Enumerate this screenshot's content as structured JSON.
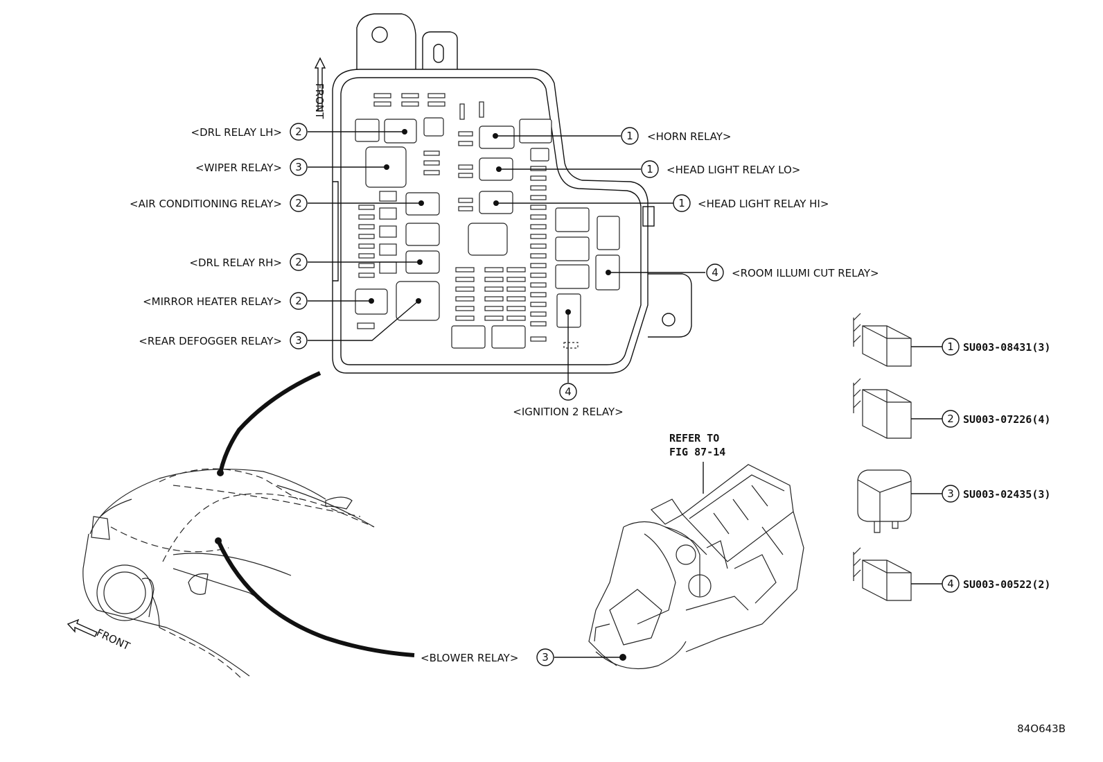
{
  "fuse_box_front_label": "FRONT",
  "car_front_label": "FRONT",
  "relays": [
    {
      "label": "<DRL RELAY LH>",
      "ref": "2"
    },
    {
      "label": "<WIPER RELAY>",
      "ref": "3"
    },
    {
      "label": "<AIR CONDITIONING RELAY>",
      "ref": "2"
    },
    {
      "label": "<DRL RELAY RH>",
      "ref": "2"
    },
    {
      "label": "<MIRROR HEATER RELAY>",
      "ref": "2"
    },
    {
      "label": "<REAR DEFOGGER RELAY>",
      "ref": "3"
    },
    {
      "label": "<HORN RELAY>",
      "ref": "1"
    },
    {
      "label": "<HEAD LIGHT RELAY LO>",
      "ref": "1"
    },
    {
      "label": "<HEAD LIGHT RELAY HI>",
      "ref": "1"
    },
    {
      "label": "<ROOM ILLUMI CUT RELAY>",
      "ref": "4"
    },
    {
      "label": "<IGNITION 2 RELAY>",
      "ref": "4"
    },
    {
      "label": "<BLOWER RELAY>",
      "ref": "3"
    }
  ],
  "refer_note": [
    "REFER TO",
    "FIG 87-14"
  ],
  "parts": [
    {
      "ref": "1",
      "part_no": "SU003-08431(3)"
    },
    {
      "ref": "2",
      "part_no": "SU003-07226(4)"
    },
    {
      "ref": "3",
      "part_no": "SU003-02435(3)"
    },
    {
      "ref": "4",
      "part_no": "SU003-00522(2)"
    }
  ],
  "figure_id": "84O643B"
}
